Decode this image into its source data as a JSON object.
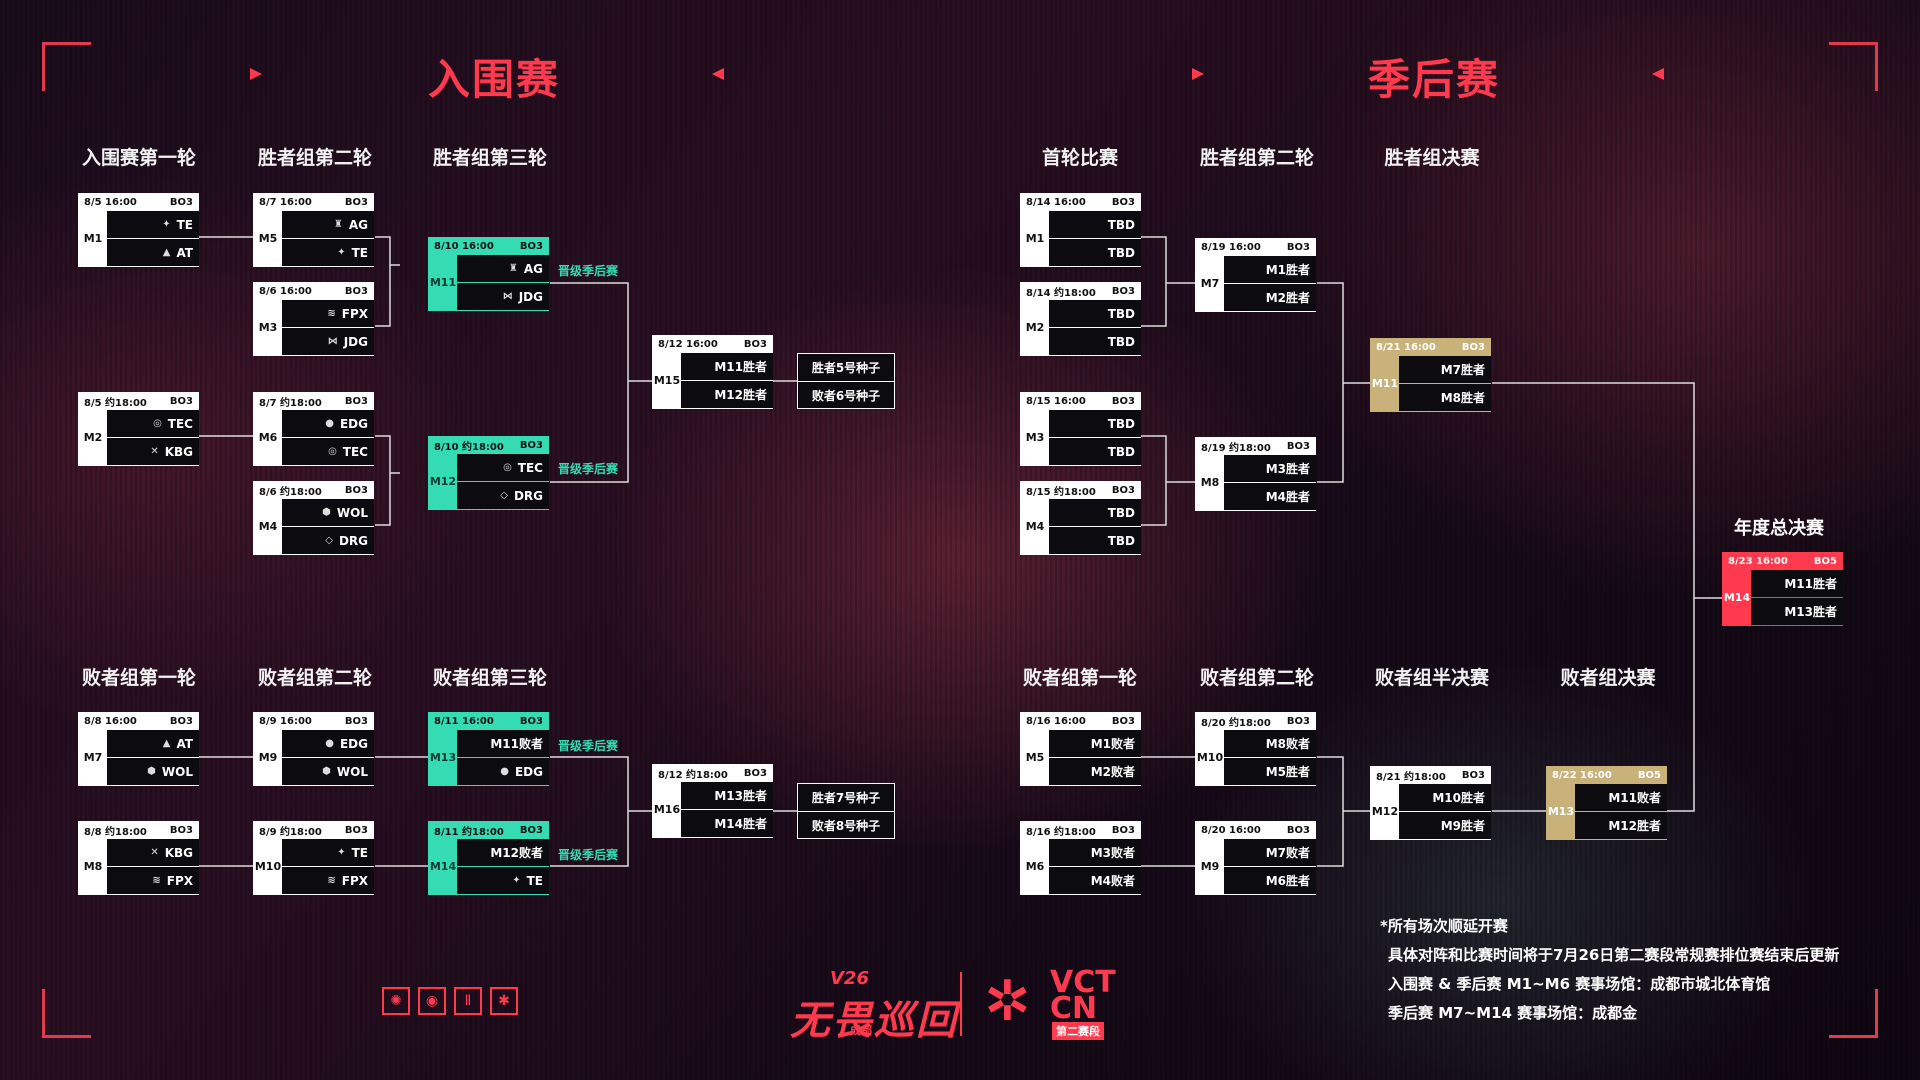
{
  "sections": {
    "qualifier": "入围赛",
    "playoffs": "季后赛"
  },
  "rounds": {
    "q_r1": "入围赛第一轮",
    "q_w2": "胜者组第二轮",
    "q_w3": "胜者组第三轮",
    "q_l1": "败者组第一轮",
    "q_l2": "败者组第二轮",
    "q_l3": "败者组第三轮",
    "p_r1": "首轮比赛",
    "p_w2": "胜者组第二轮",
    "p_wf": "胜者组决赛",
    "p_l1": "败者组第一轮",
    "p_l2": "败者组第二轮",
    "p_lsf": "败者组半决赛",
    "p_lf": "败者组决赛",
    "grand": "年度总决赛"
  },
  "advance_label": "晋级季后赛",
  "q": {
    "M1": {
      "time": "8/5 16:00",
      "fmt": "BO3",
      "id": "M1",
      "a": "TE",
      "b": "AT"
    },
    "M2": {
      "time": "8/5 约18:00",
      "fmt": "BO3",
      "id": "M2",
      "a": "TEC",
      "b": "KBG"
    },
    "M5": {
      "time": "8/7 16:00",
      "fmt": "BO3",
      "id": "M5",
      "a": "AG",
      "b": "TE"
    },
    "M3": {
      "time": "8/6 16:00",
      "fmt": "BO3",
      "id": "M3",
      "a": "FPX",
      "b": "JDG"
    },
    "M6": {
      "time": "8/7 约18:00",
      "fmt": "BO3",
      "id": "M6",
      "a": "EDG",
      "b": "TEC"
    },
    "M4": {
      "time": "8/6 约18:00",
      "fmt": "BO3",
      "id": "M4",
      "a": "WOL",
      "b": "DRG"
    },
    "M11": {
      "time": "8/10 16:00",
      "fmt": "BO3",
      "id": "M11",
      "a": "AG",
      "b": "JDG"
    },
    "M12": {
      "time": "8/10 约18:00",
      "fmt": "BO3",
      "id": "M12",
      "a": "TEC",
      "b": "DRG"
    },
    "M15": {
      "time": "8/12 16:00",
      "fmt": "BO3",
      "id": "M15",
      "a": "M11胜者",
      "b": "M12胜者"
    },
    "M7": {
      "time": "8/8 16:00",
      "fmt": "BO3",
      "id": "M7",
      "a": "AT",
      "b": "WOL"
    },
    "M8": {
      "time": "8/8 约18:00",
      "fmt": "BO3",
      "id": "M8",
      "a": "KBG",
      "b": "FPX"
    },
    "M9": {
      "time": "8/9 16:00",
      "fmt": "BO3",
      "id": "M9",
      "a": "EDG",
      "b": "WOL"
    },
    "M10": {
      "time": "8/9 约18:00",
      "fmt": "BO3",
      "id": "M10",
      "a": "TE",
      "b": "FPX"
    },
    "M13": {
      "time": "8/11 16:00",
      "fmt": "BO3",
      "id": "M13",
      "a": "M11败者",
      "b": "EDG"
    },
    "M14": {
      "time": "8/11 约18:00",
      "fmt": "BO3",
      "id": "M14",
      "a": "M12败者",
      "b": "TE"
    },
    "M16": {
      "time": "8/12 约18:00",
      "fmt": "BO3",
      "id": "M16",
      "a": "M13胜者",
      "b": "M14胜者"
    }
  },
  "seeds": {
    "upper": [
      "胜者5号种子",
      "败者6号种子"
    ],
    "lower": [
      "胜者7号种子",
      "败者8号种子"
    ]
  },
  "p": {
    "M1": {
      "time": "8/14 16:00",
      "fmt": "BO3",
      "id": "M1",
      "a": "TBD",
      "b": "TBD"
    },
    "M2": {
      "time": "8/14 约18:00",
      "fmt": "BO3",
      "id": "M2",
      "a": "TBD",
      "b": "TBD"
    },
    "M3": {
      "time": "8/15 16:00",
      "fmt": "BO3",
      "id": "M3",
      "a": "TBD",
      "b": "TBD"
    },
    "M4": {
      "time": "8/15 约18:00",
      "fmt": "BO3",
      "id": "M4",
      "a": "TBD",
      "b": "TBD"
    },
    "M7": {
      "time": "8/19 16:00",
      "fmt": "BO3",
      "id": "M7",
      "a": "M1胜者",
      "b": "M2胜者"
    },
    "M8": {
      "time": "8/19 约18:00",
      "fmt": "BO3",
      "id": "M8",
      "a": "M3胜者",
      "b": "M4胜者"
    },
    "M11": {
      "time": "8/21 16:00",
      "fmt": "BO3",
      "id": "M11",
      "a": "M7胜者",
      "b": "M8胜者"
    },
    "M14": {
      "time": "8/23 16:00",
      "fmt": "BO5",
      "id": "M14",
      "a": "M11胜者",
      "b": "M13胜者"
    },
    "M5": {
      "time": "8/16 16:00",
      "fmt": "BO3",
      "id": "M5",
      "a": "M1败者",
      "b": "M2败者"
    },
    "M6": {
      "time": "8/16 约18:00",
      "fmt": "BO3",
      "id": "M6",
      "a": "M3败者",
      "b": "M4败者"
    },
    "M10": {
      "time": "8/20 约18:00",
      "fmt": "BO3",
      "id": "M10",
      "a": "M8败者",
      "b": "M5胜者"
    },
    "M9": {
      "time": "8/20 16:00",
      "fmt": "BO3",
      "id": "M9",
      "a": "M7败者",
      "b": "M6胜者"
    },
    "M12": {
      "time": "8/21 约18:00",
      "fmt": "BO3",
      "id": "M12",
      "a": "M10胜者",
      "b": "M9胜者"
    },
    "M13": {
      "time": "8/22 16:00",
      "fmt": "BO5",
      "id": "M13",
      "a": "M11败者",
      "b": "M12胜者"
    }
  },
  "notes": [
    "*所有场次顺延开赛",
    "具体对阵和比赛时间将于7月26日第二赛段常规赛排位赛结束后更新",
    "入围赛 & 季后赛 M1~M6 赛事场馆：成都市城北体育馆",
    "季后赛 M7~M14 赛事场馆：成都金"
  ],
  "branding": {
    "event": "无畏巡回",
    "event_year": "V26",
    "event_city": "成都",
    "league": "VCT",
    "league_sub": "CN",
    "stage": "第二赛段"
  },
  "colors": {
    "accent": "#ff3a4f",
    "advance": "#35dcb3",
    "gold": "#c8b27a"
  }
}
